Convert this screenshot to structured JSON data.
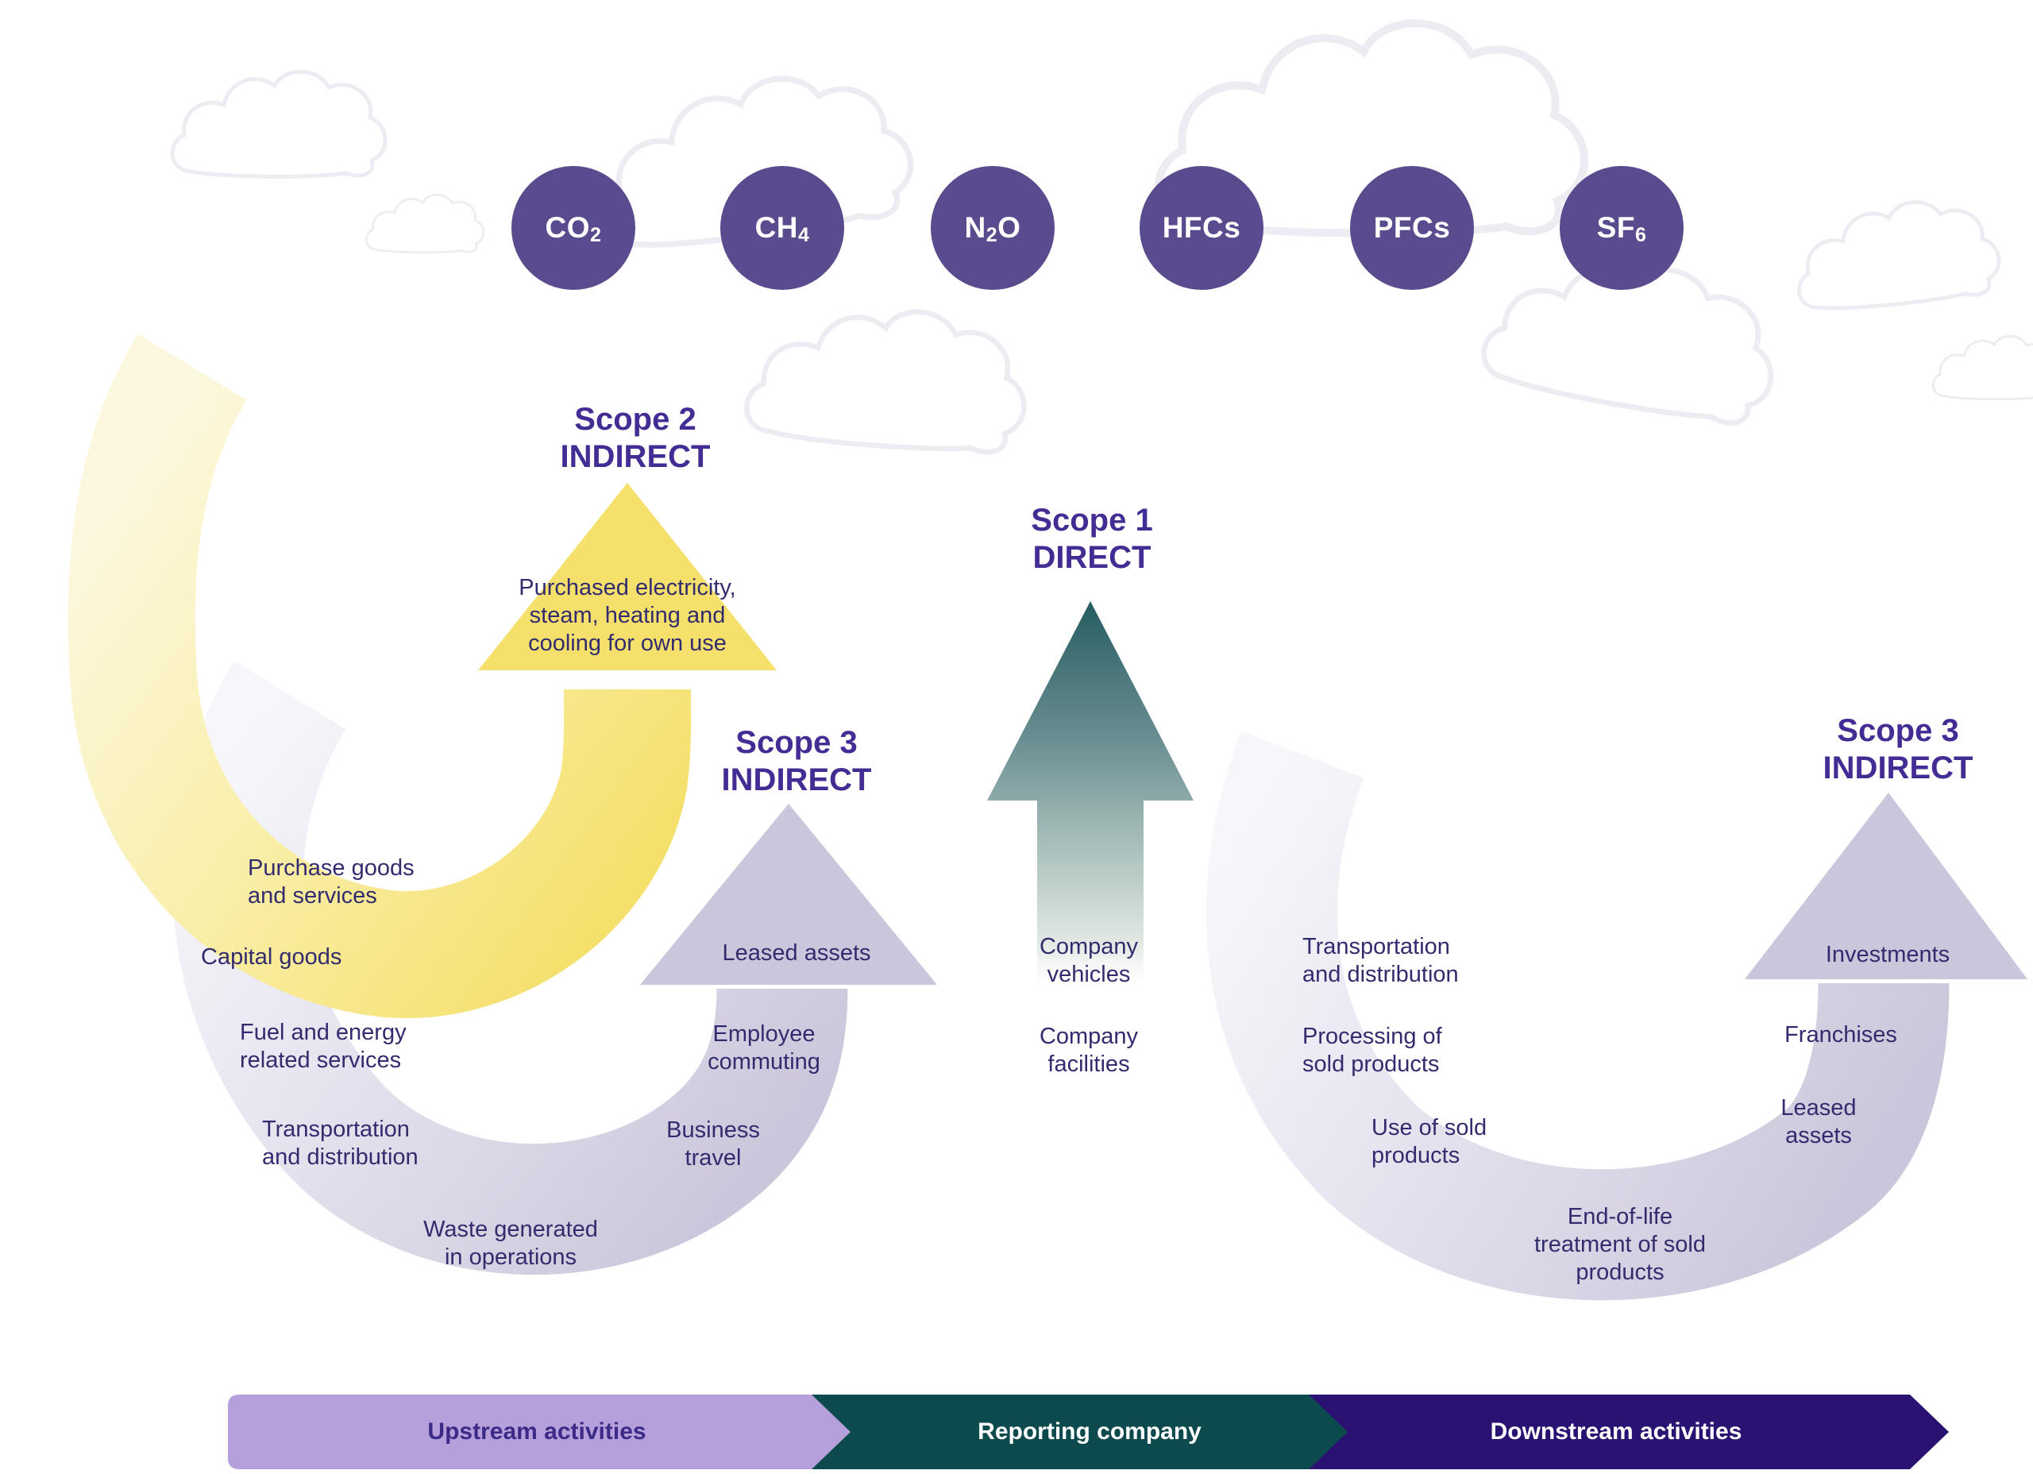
{
  "gases": [
    {
      "pre": "CO",
      "sub": "2",
      "post": ""
    },
    {
      "pre": "CH",
      "sub": "4",
      "post": ""
    },
    {
      "pre": "N",
      "sub": "2",
      "post": "O"
    },
    {
      "pre": "HFCs",
      "sub": "",
      "post": ""
    },
    {
      "pre": "PFCs",
      "sub": "",
      "post": ""
    },
    {
      "pre": "SF",
      "sub": "6",
      "post": ""
    }
  ],
  "scope2": {
    "title": [
      "Scope 2",
      "INDIRECT"
    ],
    "arrow_label": [
      "Purchased electricity,",
      "steam, heating and",
      "cooling for own use"
    ]
  },
  "scope1": {
    "title": [
      "Scope 1",
      "DIRECT"
    ],
    "labels": {
      "company_vehicles": [
        "Company",
        "vehicles"
      ],
      "company_facilities": [
        "Company",
        "facilities"
      ]
    }
  },
  "scope3_left": {
    "title": [
      "Scope 3",
      "INDIRECT"
    ],
    "labels": {
      "purchase_goods": [
        "Purchase goods",
        "and services"
      ],
      "capital_goods": [
        "Capital goods"
      ],
      "fuel_energy": [
        "Fuel and energy",
        "related services"
      ],
      "transportation": [
        "Transportation",
        "and distribution"
      ],
      "waste": [
        "Waste generated",
        "in operations"
      ],
      "leased_assets": [
        "Leased assets"
      ],
      "employee_commuting": [
        "Employee",
        "commuting"
      ],
      "business_travel": [
        "Business",
        "travel"
      ]
    }
  },
  "scope3_right": {
    "title": [
      "Scope 3",
      "INDIRECT"
    ],
    "labels": {
      "transportation": [
        "Transportation",
        "and distribution"
      ],
      "processing": [
        "Processing of",
        "sold products"
      ],
      "use_sold": [
        "Use of sold",
        "products"
      ],
      "end_of_life": [
        "End-of-life",
        "treatment of sold",
        "products"
      ],
      "leased_assets": [
        "Leased",
        "assets"
      ],
      "franchises": [
        "Franchises"
      ],
      "investments": [
        "Investments"
      ]
    }
  },
  "banner": {
    "upstream": "Upstream activities",
    "reporting": "Reporting company",
    "downstream": "Downstream activities"
  },
  "colors": {
    "gas_circle": "#5a4a8e",
    "scope_title": "#432d94",
    "label_text": "#322c6e",
    "scope2_yellow": "#f5e06c",
    "scope3_lavender": "#cbc6db",
    "scope1_teal": "#265d62",
    "banner_upstream": "#b6a0dc",
    "banner_reporting": "#0d4a4e",
    "banner_downstream": "#2a1273",
    "cloud_outline": "#ececf2"
  }
}
